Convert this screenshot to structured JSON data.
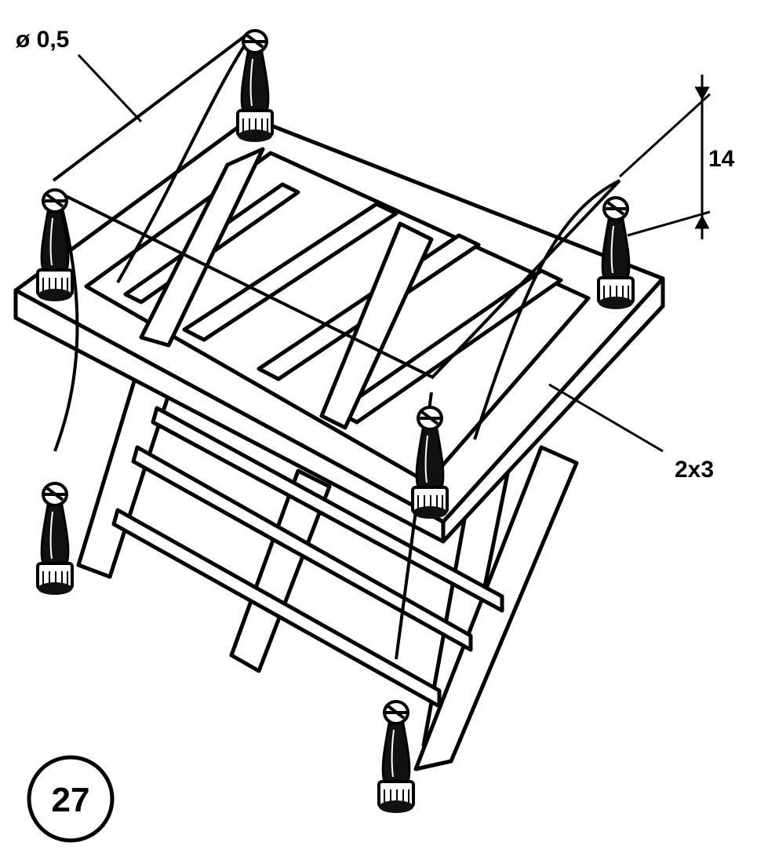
{
  "labels": {
    "wire_diameter": "ø 0,5",
    "height_dimension": "14",
    "beam_section": "2x3",
    "step_number": "27"
  },
  "colors": {
    "ink": "#000000",
    "paper": "#ffffff"
  },
  "icons": {
    "stanchion": "turned-post-icon"
  }
}
